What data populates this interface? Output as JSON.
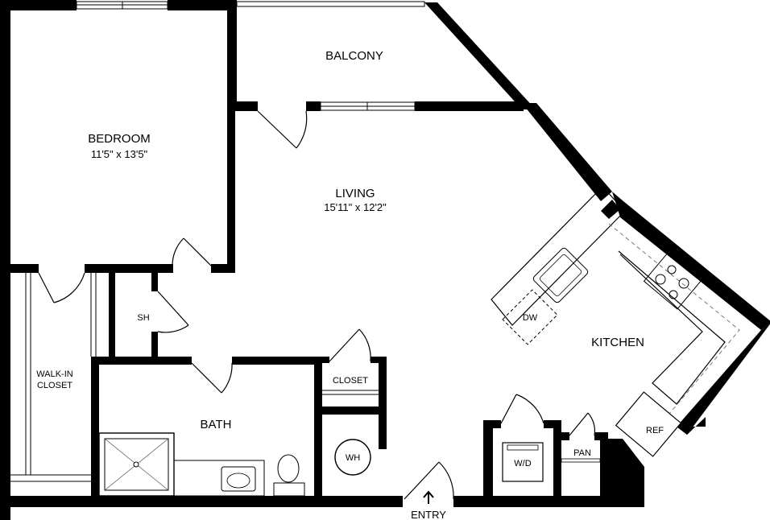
{
  "rooms": {
    "balcony": "BALCONY",
    "bedroom": "BEDROOM",
    "bedroom_dim": "11'5\" x 13'5\"",
    "living": "LIVING",
    "living_dim": "15'11\" x 12'2\"",
    "kitchen": "KITCHEN",
    "bath": "BATH",
    "walkin_1": "WALK-IN",
    "walkin_2": "CLOSET",
    "closet": "CLOSET",
    "shower": "SH",
    "entry": "ENTRY"
  },
  "fixtures": {
    "dishwasher": "DW",
    "refrigerator": "REF",
    "pantry": "PAN",
    "washer_dryer": "W/D",
    "water_heater": "WH"
  },
  "icons": {
    "entry_arrow": "arrow-up-icon"
  }
}
